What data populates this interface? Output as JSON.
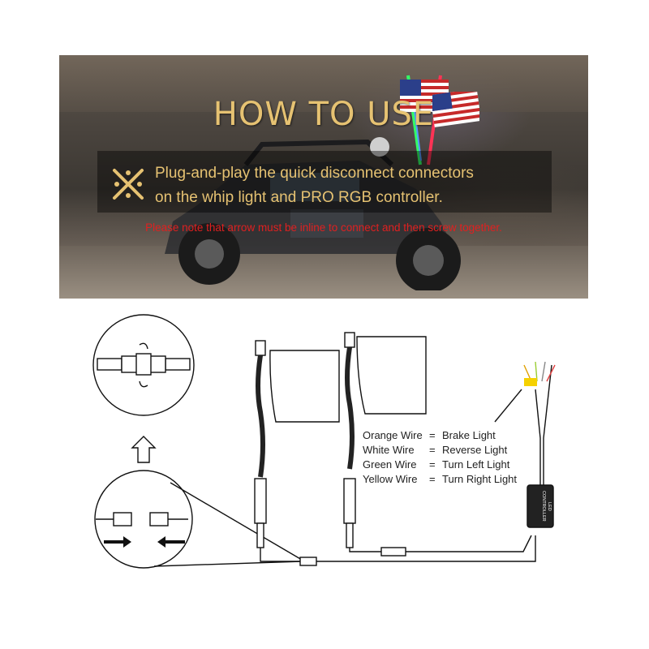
{
  "banner": {
    "title": "HOW TO USE",
    "line1": "Plug-and-play the quick disconnect connectors",
    "line2": "on the whip light and PRO RGB controller.",
    "note": "Please note that arrow must be inline to connect and then screw together.",
    "icon": "asterisk-icon",
    "title_color": "#e6c272",
    "note_color": "#e02020"
  },
  "legend": {
    "rows": [
      {
        "wire": "Orange Wire",
        "eq": "=",
        "fn": "Brake Light"
      },
      {
        "wire": "White Wire",
        "eq": "=",
        "fn": "Reverse Light"
      },
      {
        "wire": "Green Wire",
        "eq": "=",
        "fn": "Turn Left Light"
      },
      {
        "wire": "Yellow Wire",
        "eq": "=",
        "fn": "Turn Right Light"
      }
    ]
  },
  "controller": {
    "label": "LED CONTROLLER"
  }
}
